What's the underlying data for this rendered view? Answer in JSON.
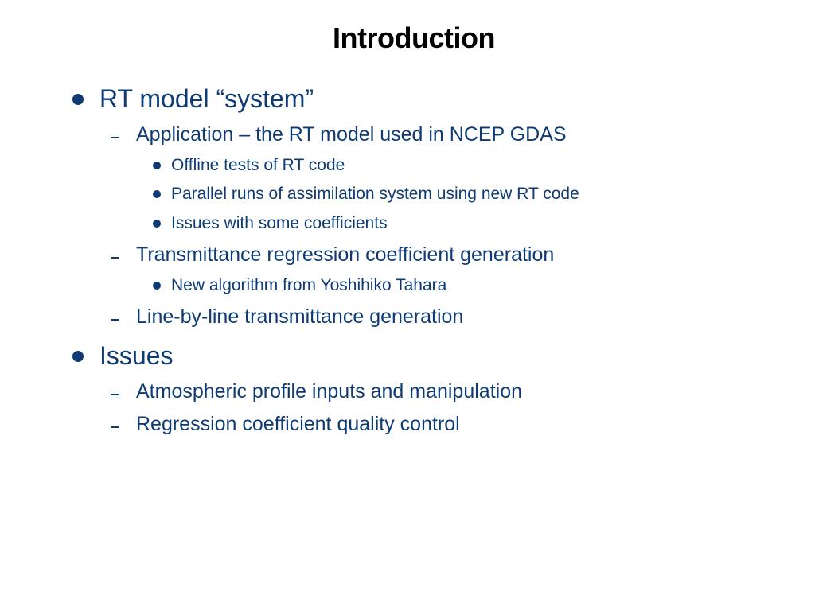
{
  "slide": {
    "title": "Introduction",
    "items": [
      {
        "level": 1,
        "text": "RT model “system”"
      },
      {
        "level": 2,
        "text": "Application – the RT model used in NCEP GDAS"
      },
      {
        "level": 3,
        "text": "Offline tests of RT code"
      },
      {
        "level": 3,
        "text": "Parallel runs of assimilation system using new RT code"
      },
      {
        "level": 3,
        "text": "Issues with some coefficients"
      },
      {
        "level": 2,
        "text": "Transmittance regression coefficient generation"
      },
      {
        "level": 3,
        "text": "New algorithm from Yoshihiko Tahara"
      },
      {
        "level": 2,
        "text": "Line-by-line transmittance generation"
      },
      {
        "level": 1,
        "text": "Issues"
      },
      {
        "level": 2,
        "text": "Atmospheric profile inputs and manipulation"
      },
      {
        "level": 2,
        "text": "Regression coefficient quality control"
      }
    ]
  },
  "colors": {
    "text": "#0f3b74",
    "title": "#000000",
    "background": "#ffffff"
  }
}
